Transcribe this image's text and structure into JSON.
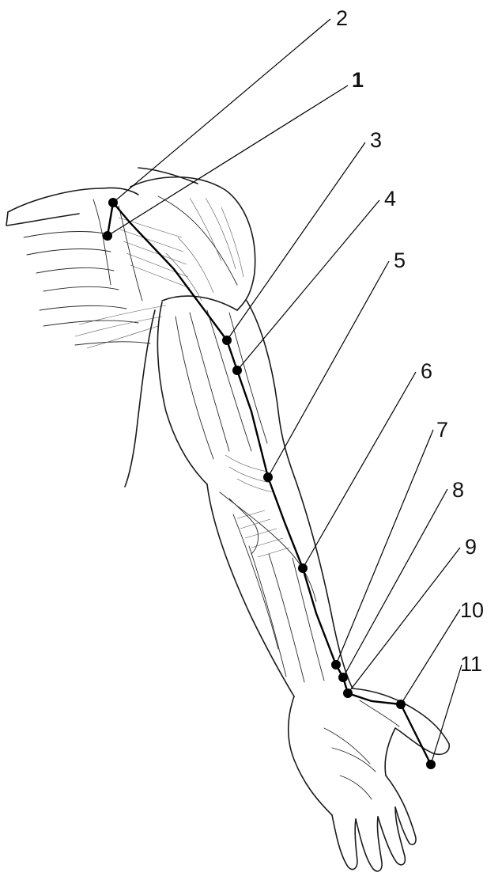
{
  "colors": {
    "ink": "#000000",
    "background": "#ffffff"
  },
  "points": [
    {
      "id": "p1",
      "label": "1"
    },
    {
      "id": "p2",
      "label": "2"
    },
    {
      "id": "p3",
      "label": "3"
    },
    {
      "id": "p4",
      "label": "4"
    },
    {
      "id": "p5",
      "label": "5"
    },
    {
      "id": "p6",
      "label": "6"
    },
    {
      "id": "p7",
      "label": "7"
    },
    {
      "id": "p8",
      "label": "8"
    },
    {
      "id": "p9",
      "label": "9"
    },
    {
      "id": "p10",
      "label": "10"
    },
    {
      "id": "p11",
      "label": "11"
    }
  ]
}
